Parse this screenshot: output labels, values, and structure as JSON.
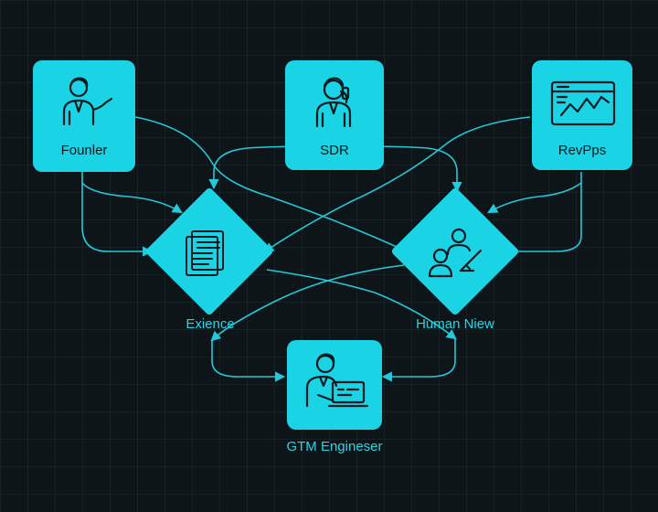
{
  "nodes": {
    "founder": {
      "label": "Founler",
      "icon": "presenter-person-icon"
    },
    "sdr": {
      "label": "SDR",
      "icon": "person-phone-icon"
    },
    "revops": {
      "label": "RevPps",
      "icon": "analytics-window-icon"
    },
    "experience": {
      "label": "Exience",
      "icon": "documents-icon"
    },
    "human_review": {
      "label": "Human Niew",
      "icon": "people-approval-icon"
    },
    "gtm_engineer": {
      "label": "GTM Engineser",
      "icon": "engineer-laptop-icon"
    }
  },
  "colors": {
    "background": "#0d1519",
    "accent": "#1ad4e6",
    "icon_stroke": "#0c1a1f",
    "connector": "#24c8d8"
  }
}
